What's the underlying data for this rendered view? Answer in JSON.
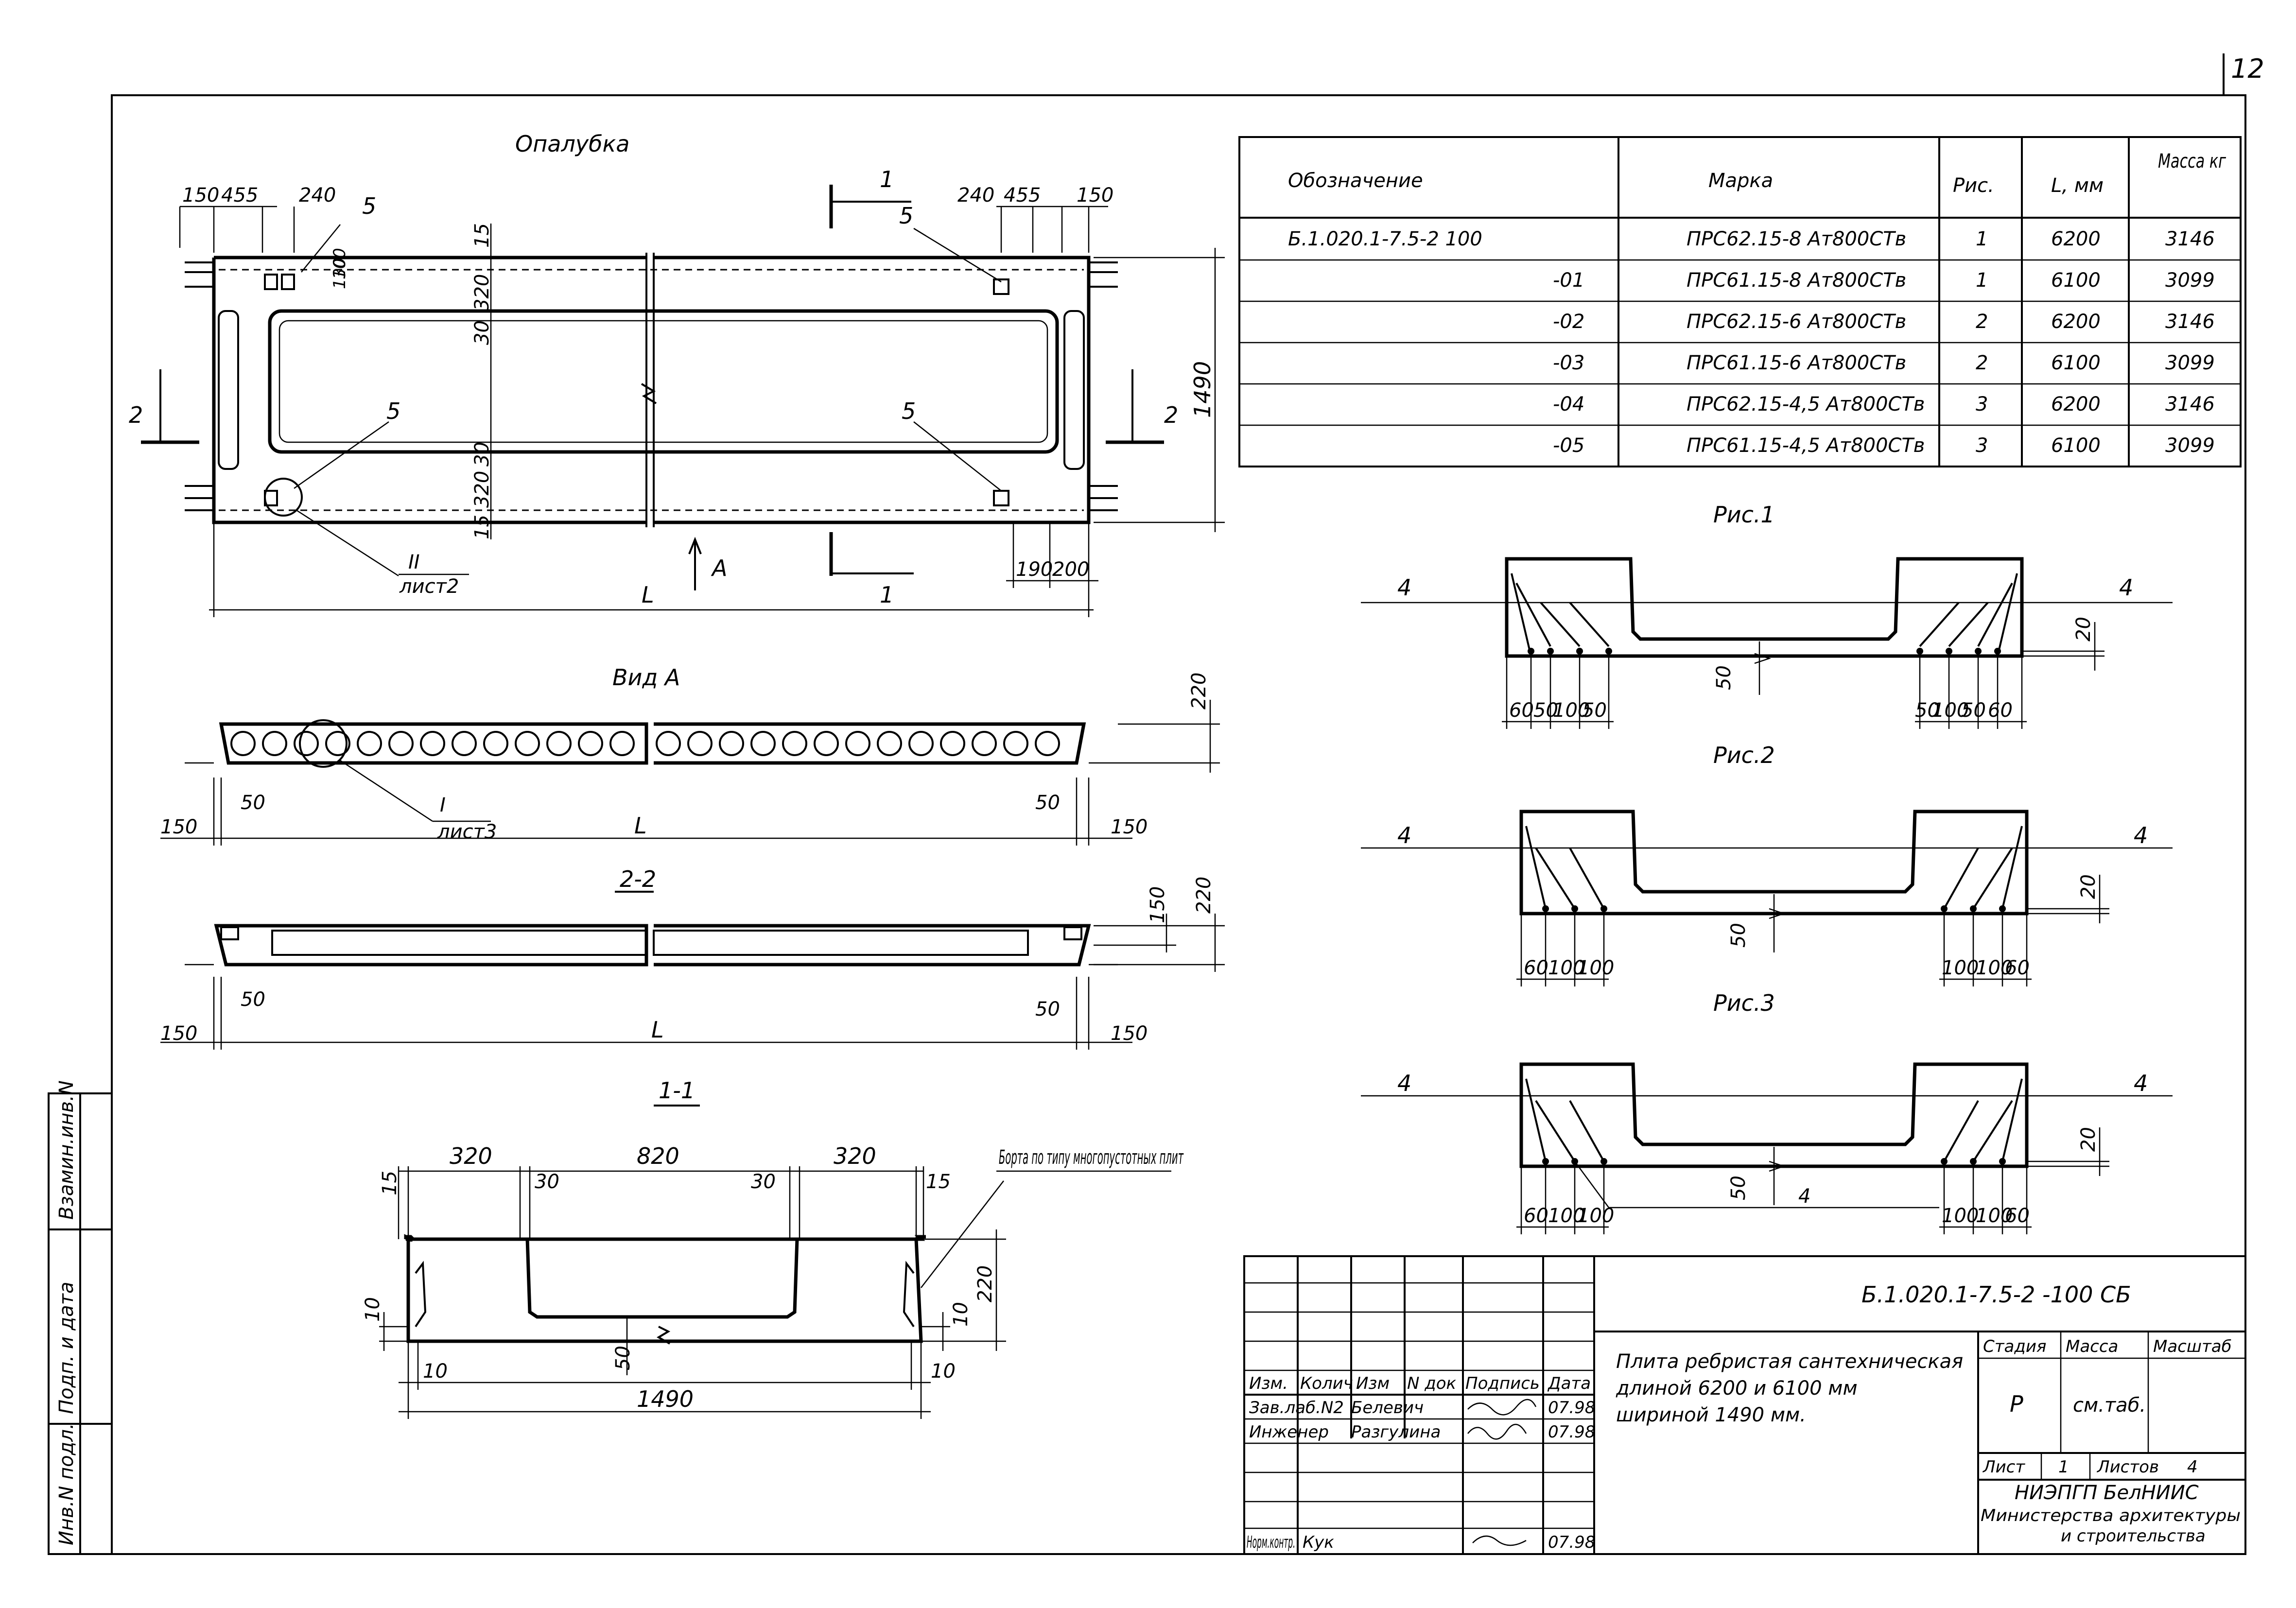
{
  "sheet": {
    "page_number": "12",
    "view_titles": {
      "formwork": "Опалубка",
      "view_a": "Вид А",
      "section_22": "2-2",
      "section_11": "1-1",
      "fig1": "Рис.1",
      "fig2": "Рис.2",
      "fig3": "Рис.3"
    },
    "formwork_dims": {
      "d150": "150",
      "d455": "455",
      "d240": "240",
      "d15": "15",
      "d320": "320",
      "d30": "30",
      "d100": "100",
      "d130": "130",
      "d1490": "1490",
      "d190": "190",
      "d200": "200",
      "L": "L",
      "callout5": "5",
      "cut1": "1",
      "cut2": "2",
      "view_a_mark": "А",
      "node_ii": "II",
      "sheet2": "лист2"
    },
    "view_a_dims": {
      "d220": "220",
      "d50": "50",
      "d150": "150",
      "L": "L",
      "node_i": "I",
      "sheet3": "лист3"
    },
    "section22_dims": {
      "d150": "150",
      "d220": "220",
      "d50": "50",
      "L": "L"
    },
    "section11_dims": {
      "d320": "320",
      "d820": "820",
      "d30": "30",
      "d15": "15",
      "d10": "10",
      "d50": "50",
      "d220": "220",
      "d1490": "1490",
      "note": "Борта по типу многопустотных плит"
    },
    "fig_dims": {
      "d4": "4",
      "d20": "20",
      "d50": "50",
      "d60": "60",
      "d100": "100"
    }
  },
  "spec_table": {
    "headers": {
      "designation": "Обозначение",
      "mark": "Марка",
      "fig": "Рис.",
      "length": "L, мм",
      "mass": "Масса кг"
    },
    "rows": [
      {
        "designation": "Б.1.020.1-7.5-2    100",
        "mark": "ПРС62.15-8 Ат800СТв",
        "fig": "1",
        "length": "6200",
        "mass": "3146"
      },
      {
        "designation": "-01",
        "mark": "ПРС61.15-8 Ат800СТв",
        "fig": "1",
        "length": "6100",
        "mass": "3099"
      },
      {
        "designation": "-02",
        "mark": "ПРС62.15-6 Ат800СТв",
        "fig": "2",
        "length": "6200",
        "mass": "3146"
      },
      {
        "designation": "-03",
        "mark": "ПРС61.15-6 Ат800СТв",
        "fig": "2",
        "length": "6100",
        "mass": "3099"
      },
      {
        "designation": "-04",
        "mark": "ПРС62.15-4,5 Ат800СТв",
        "fig": "3",
        "length": "6200",
        "mass": "3146"
      },
      {
        "designation": "-05",
        "mark": "ПРС61.15-4,5 Ат800СТв",
        "fig": "3",
        "length": "6100",
        "mass": "3099"
      }
    ]
  },
  "title_block": {
    "document_code": "Б.1.020.1-7.5-2 -100 СБ",
    "title_line1": "Плита ребристая сантехническая",
    "title_line2": "длиной 6200 и 6100 мм",
    "title_line3": "шириной 1490 мм.",
    "col_headers": [
      "Изм.",
      "Колич",
      "Изм",
      "N док",
      "Подпись",
      "Дата"
    ],
    "roles": [
      {
        "role": "Зав.лаб.N2",
        "name": "Белевич",
        "date": "07.98"
      },
      {
        "role": "Инженер",
        "name": "Разгулина",
        "date": "07.98"
      },
      {
        "role": "Норм.контр.",
        "name": "Кук",
        "date": "07.98"
      }
    ],
    "stage_label": "Стадия",
    "mass_label": "Масса",
    "scale_label": "Масштаб",
    "stage_value": "Р",
    "mass_value": "см.таб.",
    "sheet_label": "Лист",
    "sheet_value": "1",
    "sheets_label": "Листов",
    "sheets_value": "4",
    "org_line1": "НИЭПГП  БелНИИС",
    "org_line2": "Министерства архитектуры",
    "org_line3": "и строительства"
  },
  "side_stamp": {
    "inv_no": "Инв.N подл.",
    "sign_date": "Подп. и дата",
    "replace_inv": "Взамин.инв.N"
  }
}
